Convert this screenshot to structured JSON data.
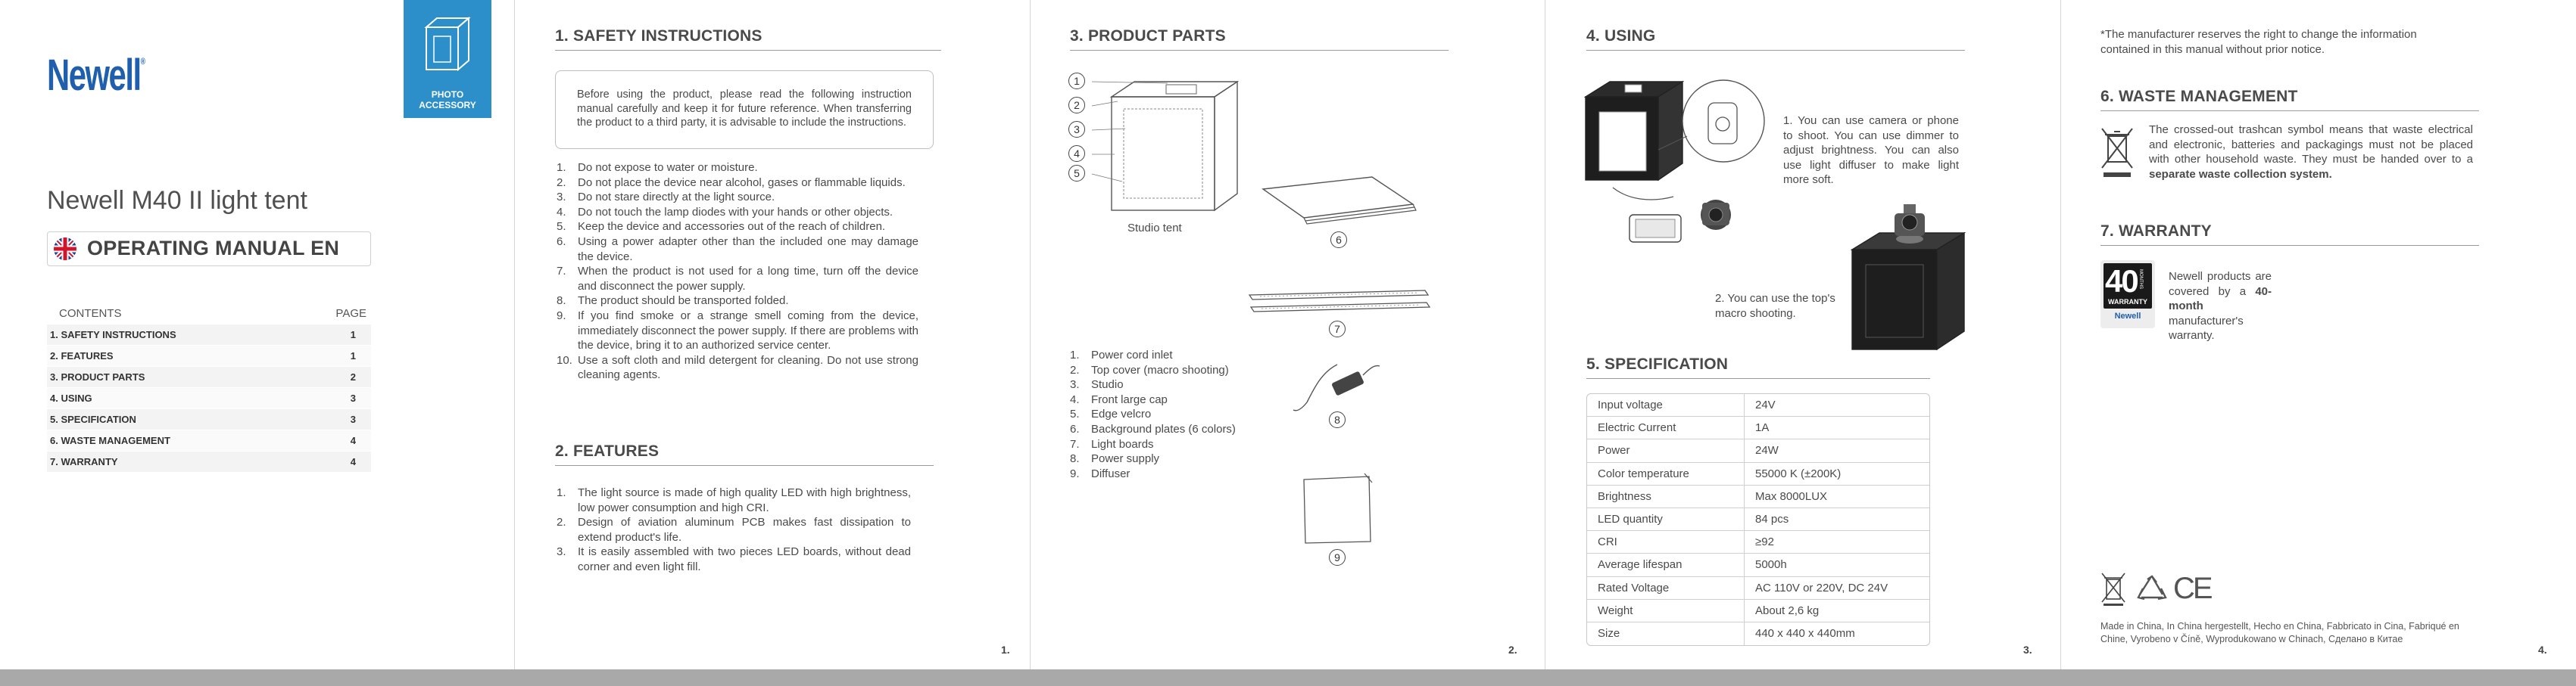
{
  "cover": {
    "brand": "Newell",
    "brand_mark": "®",
    "badge_label_1": "PHOTO",
    "badge_label_2": "ACCESSORY",
    "product_title": "Newell M40 II light tent",
    "manual_title": "OPERATING MANUAL EN",
    "flag_icon": "uk-flag-icon",
    "contents_header": "CONTENTS",
    "page_header": "PAGE",
    "toc": [
      {
        "label": "1. SAFETY INSTRUCTIONS",
        "page": "1"
      },
      {
        "label": "2. FEATURES",
        "page": "1"
      },
      {
        "label": "3. PRODUCT PARTS",
        "page": "2"
      },
      {
        "label": "4. USING",
        "page": "3"
      },
      {
        "label": "5. SPECIFICATION",
        "page": "3"
      },
      {
        "label": "6. WASTE MANAGEMENT",
        "page": "4"
      },
      {
        "label": "7. WARRANTY",
        "page": "4"
      }
    ],
    "brand_color": "#1f5fae",
    "badge_color": "#2c8fc9"
  },
  "safety": {
    "heading": "1. SAFETY INSTRUCTIONS",
    "intro": "Before using the product, please read the following instruction manual carefully and keep it for future reference. When transferring the product to a third party, it is advisable to include the instructions.",
    "items": [
      {
        "n": "1.",
        "t": "Do not expose to water or moisture."
      },
      {
        "n": "2.",
        "t": "Do not place the device near alcohol, gases or flammable liquids."
      },
      {
        "n": "3.",
        "t": "Do not stare directly at the light source."
      },
      {
        "n": "4.",
        "t": "Do not touch the lamp diodes with your hands or other objects."
      },
      {
        "n": "5.",
        "t": "Keep the device and accessories out of the reach of children."
      },
      {
        "n": "6.",
        "t": "Using a power adapter other than the included one may damage the device."
      },
      {
        "n": "7.",
        "t": "When the product is not used for a long time, turn off the device and disconnect the power supply."
      },
      {
        "n": "8.",
        "t": "The product should be transported folded."
      },
      {
        "n": "9.",
        "t": "If you find smoke or a strange smell coming from the device, immediately disconnect the power supply. If there are problems with the device, bring it to an authorized service center."
      },
      {
        "n": "10.",
        "t": "Use a soft cloth and mild detergent for cleaning. Do not use strong cleaning agents."
      }
    ]
  },
  "features": {
    "heading": "2. FEATURES",
    "items": [
      {
        "n": "1.",
        "t": "The light source is made of high quality LED with high brightness, low power consumption and high CRI."
      },
      {
        "n": "2.",
        "t": "Design of aviation aluminum PCB makes fast dissipation to extend product's life."
      },
      {
        "n": "3.",
        "t": "It is easily assembled with two pieces LED boards, without dead corner and even light fill."
      }
    ]
  },
  "page_numbers": {
    "p1": "1.",
    "p2": "2.",
    "p3": "3.",
    "p4": "4."
  },
  "parts": {
    "heading": "3. PRODUCT PARTS",
    "studio_caption": "Studio tent",
    "callouts": [
      "1",
      "2",
      "3",
      "4",
      "5",
      "6",
      "7",
      "8",
      "9"
    ],
    "items": [
      {
        "n": "1.",
        "t": "Power cord inlet"
      },
      {
        "n": "2.",
        "t": "Top cover (macro shooting)"
      },
      {
        "n": "3.",
        "t": "Studio"
      },
      {
        "n": "4.",
        "t": "Front large cap"
      },
      {
        "n": "5.",
        "t": "Edge velcro"
      },
      {
        "n": "6.",
        "t": "Background plates (6 colors)"
      },
      {
        "n": "7.",
        "t": "Light boards"
      },
      {
        "n": "8.",
        "t": "Power supply"
      },
      {
        "n": "9.",
        "t": "Diffuser"
      }
    ]
  },
  "using": {
    "heading": "4. USING",
    "text1": "1. You can use camera or phone to shoot. You can use dimmer to adjust brightness. You can also use light diffuser to make light more soft.",
    "text2": "2. You can use the top's macro shooting."
  },
  "spec": {
    "heading": "5. SPECIFICATION",
    "rows": [
      {
        "k": "Input voltage",
        "v": "24V"
      },
      {
        "k": "Electric Current",
        "v": "1A"
      },
      {
        "k": "Power",
        "v": "24W"
      },
      {
        "k": "Color temperature",
        "v": "55000 K (±200K)"
      },
      {
        "k": "Brightness",
        "v": "Max 8000LUX"
      },
      {
        "k": "LED quantity",
        "v": "84 pcs"
      },
      {
        "k": "CRI",
        "v": "≥92"
      },
      {
        "k": "Average lifespan",
        "v": "5000h"
      },
      {
        "k": "Rated Voltage",
        "v": "AC 110V or 220V, DC 24V"
      },
      {
        "k": "Weight",
        "v": "About 2,6 kg"
      },
      {
        "k": "Size",
        "v": "440 x 440 x 440mm"
      }
    ]
  },
  "notice": "*The manufacturer reserves the right to change the information contained in this manual without prior notice.",
  "waste": {
    "heading": "6. WASTE MANAGEMENT",
    "text_plain": "The crossed-out trashcan symbol means that waste electrical and electronic, batteries and packagings must not be placed with other household waste. They must be handed over to a ",
    "text_bold": "separate waste collection system."
  },
  "warranty": {
    "heading": "7. WARRANTY",
    "badge_top": "40",
    "badge_side": "MONTHS",
    "badge_bottom": "WARRANTY",
    "badge_logo": "Newell",
    "text_plain": "Newell products are covered by a ",
    "text_bold": "40-month",
    "text_end": " manufacturer's warranty."
  },
  "marks": {
    "ce": "CE"
  },
  "made_in": "Made in China, In China hergestellt, Hecho en China, Fabbricato in Cina, Fabriqué en Chine, Vyrobeno v Číně, Wyprodukowano w Chinach, Сделано в Китае"
}
